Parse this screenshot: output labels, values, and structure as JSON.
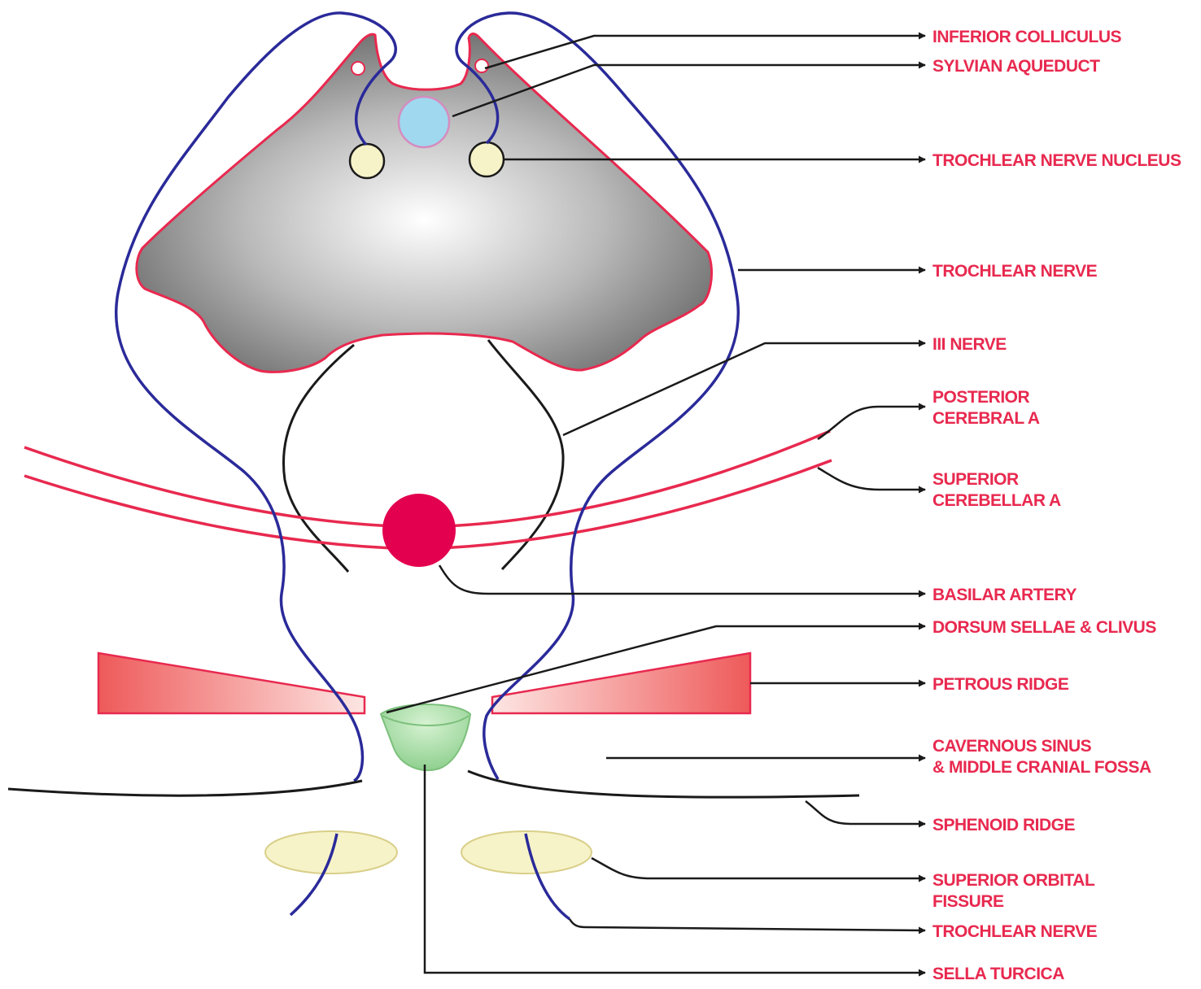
{
  "colors": {
    "label": "#e8294f",
    "leader": "#1a1a1a",
    "nerve": "#2a2a9a",
    "artery": "#e8294f",
    "outline": "#e8294f",
    "basilar": "#e3004f",
    "aqueduct": "#9fd8ef",
    "nucleus": "#f7f3c8",
    "sella": "#9fd99f",
    "orbital_fissure": "#f7f3c8"
  },
  "labels": {
    "inferior_colliculus": [
      "INFERIOR COLLICULUS"
    ],
    "sylvian_aqueduct": [
      "SYLVIAN AQUEDUCT"
    ],
    "trochlear_nerve_nucleus": [
      "TROCHLEAR NERVE NUCLEUS"
    ],
    "trochlear_nerve_upper": [
      "TROCHLEAR NERVE"
    ],
    "iii_nerve": [
      "III NERVE"
    ],
    "posterior_cerebral_a": [
      "POSTERIOR",
      "CEREBRAL A"
    ],
    "superior_cerebellar_a": [
      "SUPERIOR",
      "CEREBELLAR A"
    ],
    "basilar_artery": [
      "BASILAR ARTERY"
    ],
    "dorsum_sellae_clivus": [
      "DORSUM SELLAE & CLIVUS"
    ],
    "petrous_ridge": [
      "PETROUS RIDGE"
    ],
    "cavernous_sinus": [
      "CAVERNOUS SINUS",
      "& MIDDLE CRANIAL FOSSA"
    ],
    "sphenoid_ridge": [
      "SPHENOID RIDGE"
    ],
    "superior_orbital_fissure": [
      "SUPERIOR ORBITAL",
      "FISSURE"
    ],
    "trochlear_nerve_lower": [
      "TROCHLEAR NERVE"
    ],
    "sella_turcica": [
      "SELLA TURCICA"
    ]
  }
}
